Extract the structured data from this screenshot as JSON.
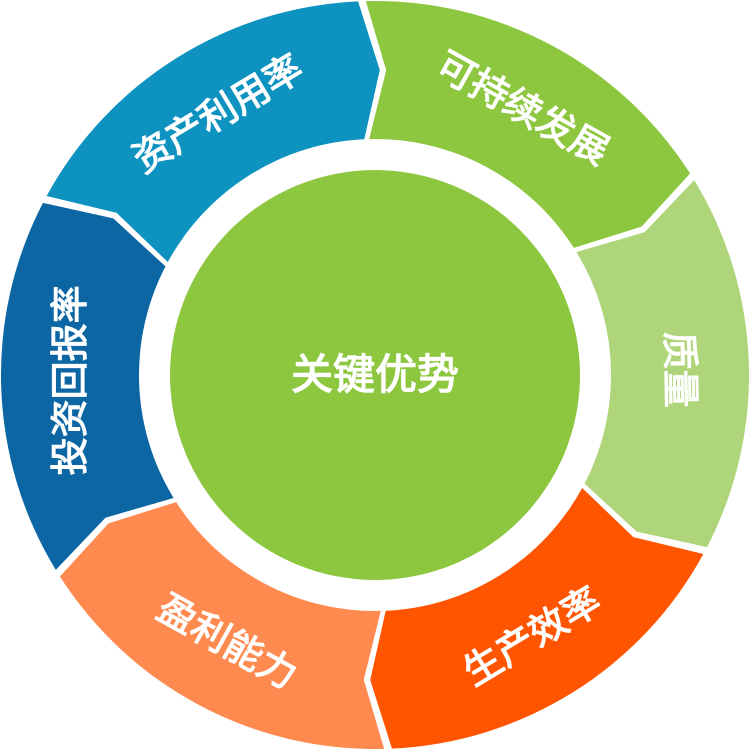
{
  "center": {
    "label": "关键优势",
    "color": "#8DC63F"
  },
  "segments": [
    {
      "label": "可持续发展",
      "color": "#8DC63F"
    },
    {
      "label": "质量",
      "color": "#AED57A"
    },
    {
      "label": "生产效率",
      "color": "#FF5500"
    },
    {
      "label": "盈利能力",
      "color": "#FF8A50"
    },
    {
      "label": "投资回报率",
      "color": "#0C66A3"
    },
    {
      "label": "资产利用率",
      "color": "#0E93C0"
    }
  ]
}
